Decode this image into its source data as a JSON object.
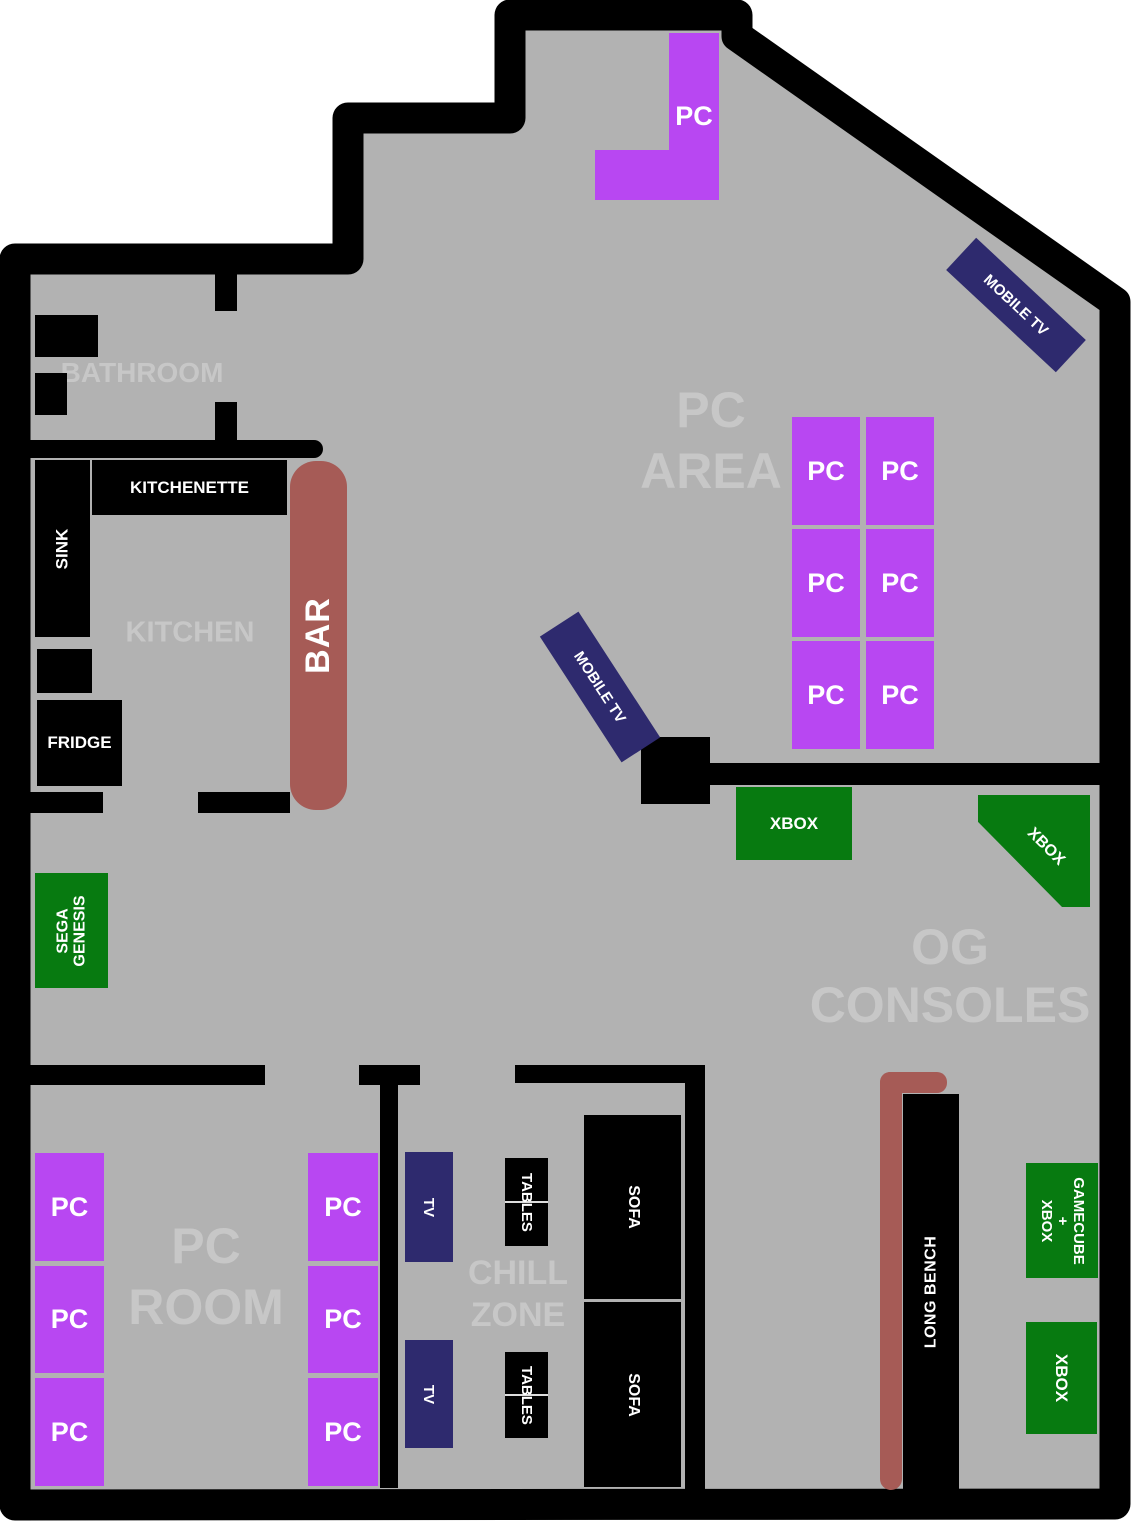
{
  "colors": {
    "floor": "#b2b2b2",
    "wall": "#000000",
    "desk-purple": "#b847f2",
    "tv-navy": "#2e2a6e",
    "console-green": "#077a10",
    "bench-red": "#a65b56",
    "room-label": "#c7c7c7",
    "label-text": "#ffffff"
  },
  "rooms": {
    "bathroom": "BATHROOM",
    "kitchen": "KITCHEN",
    "pc_area_line1": "PC",
    "pc_area_line2": "AREA",
    "og_line1": "OG",
    "og_line2": "CONSOLES",
    "pc_room_line1": "PC",
    "pc_room_line2": "ROOM",
    "chill_line1": "CHILL",
    "chill_line2": "ZONE"
  },
  "furniture": {
    "pc": "PC",
    "mobile_tv": "MOBILE TV",
    "sink": "SINK",
    "kitchenette": "KITCHENETTE",
    "bar": "BAR",
    "fridge": "FRIDGE",
    "xbox": "XBOX",
    "sega_line1": "SEGA",
    "sega_line2": "GENESIS",
    "tv": "TV",
    "tables": "TABLES",
    "sofa": "SOFA",
    "long_bench": "LONG BENCH",
    "gamecube_line1": "GAMECUBE",
    "gamecube_line2": "+",
    "gamecube_line3": "XBOX"
  }
}
